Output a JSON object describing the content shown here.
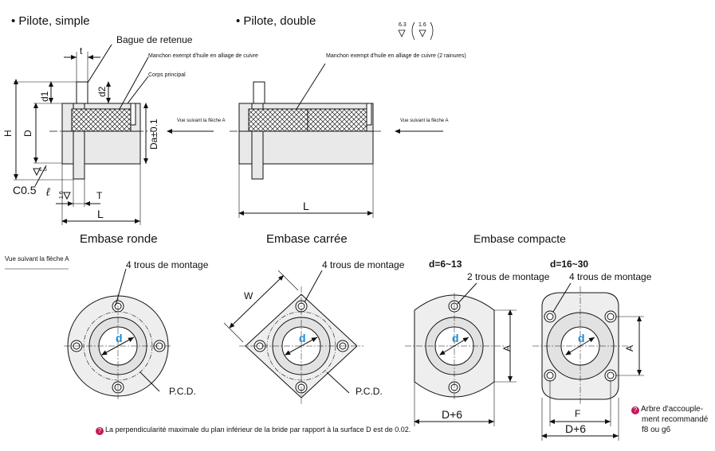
{
  "headings": {
    "pilot_single": "Pilote, simple",
    "pilot_double": "Pilote, double",
    "round": "Embase ronde",
    "square": "Embase carrée",
    "compact": "Embase compacte"
  },
  "roughness": {
    "value1": "6.3",
    "value2": "1.6"
  },
  "callouts": {
    "retaining_ring": "Bague de retenue",
    "bushing": "Manchon exempt d'huile en alliage de cuivre",
    "bushing_double": "Manchon exempt d'huile en alliage de cuivre (2 rainures)",
    "main_body": "Corps principal",
    "view_arrow": "Vue suivant la flèche A",
    "view_arrow_tag": "Vue suivant la flèche A",
    "mount_4": "4 trous de montage",
    "mount_2": "2 trous de montage",
    "pcd": "P.C.D."
  },
  "dims": {
    "t": "t",
    "d1": "d1",
    "d2": "d2",
    "H": "H",
    "D": "D",
    "Da": "Da±0.1",
    "rough_16": "1.6",
    "C05": "C0.5",
    "ell": "ℓ",
    "T": "T",
    "L": "L",
    "d": "d",
    "W": "W",
    "A": "A",
    "F": "F",
    "D6": "D+6"
  },
  "ranges": {
    "small": "d=6~13",
    "large": "d=16~30"
  },
  "notes": {
    "perpendicularity": "La perpendicularité maximale du plan inférieur de la bride par rapport à la surface D est de 0.02.",
    "shaft_line1": "Arbre d'accouple-",
    "shaft_line2": "ment recommandé",
    "shaft_line3": "f8 ou g6"
  },
  "colors": {
    "line": "#111111",
    "accent_d": "#1a8ad8",
    "note_icon": "#c2185b",
    "shade": "#e9e9e9"
  }
}
